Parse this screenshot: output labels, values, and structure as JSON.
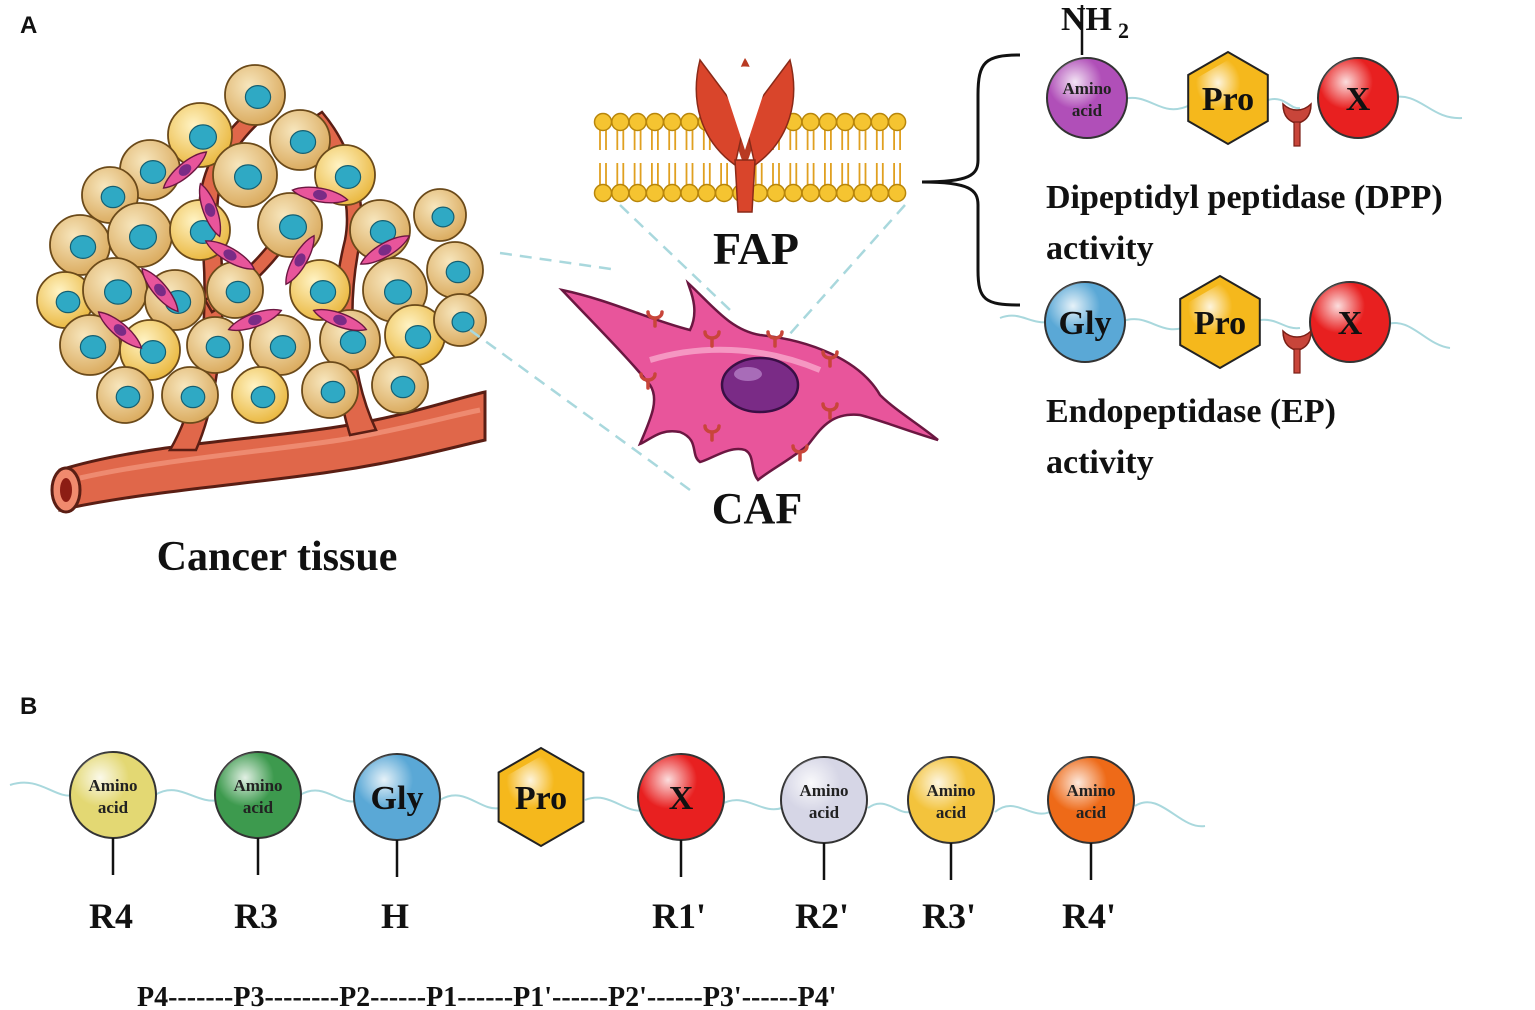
{
  "panels": {
    "a": "A",
    "b": "B"
  },
  "labels": {
    "cancer_tissue": "Cancer tissue",
    "fap": "FAP",
    "caf": "CAF",
    "nh2": "NH",
    "nh2_sub": "2",
    "dpp_line1": "Dipeptidyl peptidase (DPP)",
    "dpp_line2": "activity",
    "ep_line1": "Endopeptidase (EP)",
    "ep_line2": "activity"
  },
  "chain_dpp": [
    {
      "label": "Amino acid",
      "shape": "circle",
      "color": "#b04fb8"
    },
    {
      "label": "Pro",
      "shape": "hexagon",
      "color": "#f5b81c"
    },
    {
      "label": "X",
      "shape": "circle",
      "color": "#e82020"
    }
  ],
  "chain_ep": [
    {
      "label": "Gly",
      "shape": "circle",
      "color": "#5aa8d6"
    },
    {
      "label": "Pro",
      "shape": "hexagon",
      "color": "#f5b81c"
    },
    {
      "label": "X",
      "shape": "circle",
      "color": "#e82020"
    }
  ],
  "chain_b": [
    {
      "label": "Amino acid",
      "shape": "circle",
      "color": "#e3d873",
      "r_group": "R4"
    },
    {
      "label": "Amino acid",
      "shape": "circle",
      "color": "#3d9a4e",
      "r_group": "R3"
    },
    {
      "label": "Gly",
      "shape": "circle",
      "color": "#5aa8d6",
      "r_group": "H"
    },
    {
      "label": "Pro",
      "shape": "hexagon",
      "color": "#f5b81c",
      "r_group": ""
    },
    {
      "label": "X",
      "shape": "circle",
      "color": "#e82020",
      "r_group": "R1'"
    },
    {
      "label": "Amino acid",
      "shape": "circle",
      "color": "#d6d6e6",
      "r_group": "R2'"
    },
    {
      "label": "Amino acid",
      "shape": "circle",
      "color": "#f3c33c",
      "r_group": "R3'"
    },
    {
      "label": "Amino acid",
      "shape": "circle",
      "color": "#ee6a18",
      "r_group": "R4'"
    }
  ],
  "positions_line": "P4-------P3--------P2------P1------P1'------P2'------P3'------P4'",
  "colors": {
    "fap_protein": "#d9452b",
    "membrane_head": "#f5c431",
    "caf_body": "#e8559b",
    "caf_nucleus": "#7a2b86",
    "vessel": "#e0674a",
    "tumor_cell": "#e9c98a",
    "tumor_nucleus": "#2fa9c4"
  }
}
